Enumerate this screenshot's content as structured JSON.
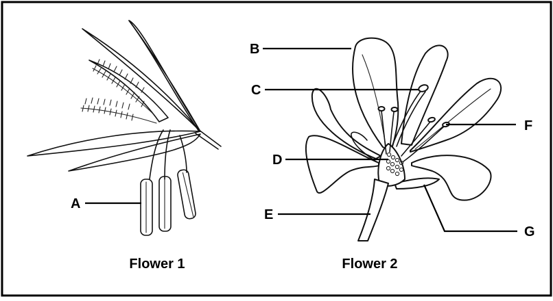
{
  "figure": {
    "flower1": {
      "caption": "Flower 1",
      "labels": {
        "a": "A"
      }
    },
    "flower2": {
      "caption": "Flower 2",
      "labels": {
        "b": "B",
        "c": "C",
        "d": "D",
        "e": "E",
        "f": "F",
        "g": "G"
      }
    }
  }
}
